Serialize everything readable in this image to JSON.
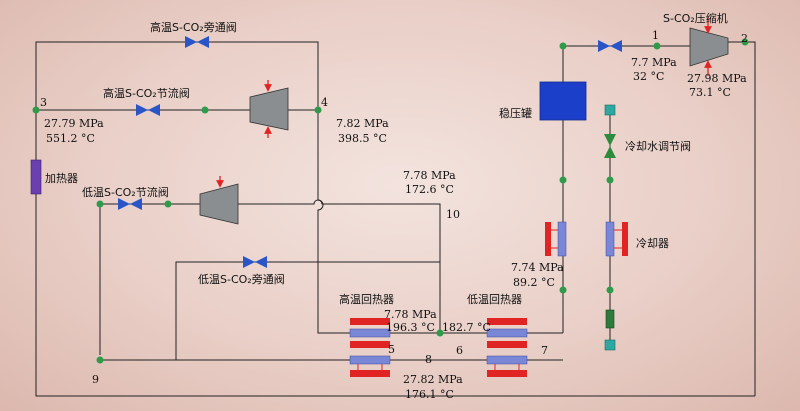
{
  "components": {
    "hp_bypass_valve": "高温S-CO₂旁通阀",
    "hp_throttle_valve": "高温S-CO₂节流阀",
    "lp_throttle_valve": "低温S-CO₂节流阀",
    "lp_bypass_valve": "低温S-CO₂旁通阀",
    "compressor": "S-CO₂压缩机",
    "accumulator": "稳压罐",
    "cooling_valve": "冷却水调节阀",
    "cooler": "冷却器",
    "heater": "加热器",
    "ht_recuperator": "高温回热器",
    "lt_recuperator": "低温回热器"
  },
  "state_points": {
    "p1": "1",
    "p2": "2",
    "p3": "3",
    "p4": "4",
    "p5": "5",
    "p6": "6",
    "p7": "7",
    "p8": "8",
    "p9": "9",
    "p10": "10"
  },
  "conditions": {
    "s1_p": "7.7 MPa",
    "s1_t": "32 °C",
    "s2_p": "27.98 MPa",
    "s2_t": "73.1 °C",
    "s3_p": "27.79 MPa",
    "s3_t": "551.2 °C",
    "s4_p": "7.82 MPa",
    "s4_t": "398.5 °C",
    "s10_p": "7.78 MPa",
    "s10_t": "172.6 °C",
    "s89_p": "7.74 MPa",
    "s89_t": "89.2 °C",
    "ht_p": "7.78 MPa",
    "ht_t": "196.3 °C",
    "s6_t": "182.7 °C",
    "s8_p": "27.82 MPa",
    "s8_t": "176.1 °C"
  },
  "colors": {
    "node": "#2f9a4a",
    "valve": "#2a55c8",
    "turbine_fill": "#8a8e90",
    "accumulator": "#1c3fc9",
    "heater": "#6b3fb0",
    "hx_red": "#e02424",
    "hx_blue": "#7a86d6",
    "cooler_green": "#2e7a3c",
    "arrow_red": "#e02424"
  }
}
